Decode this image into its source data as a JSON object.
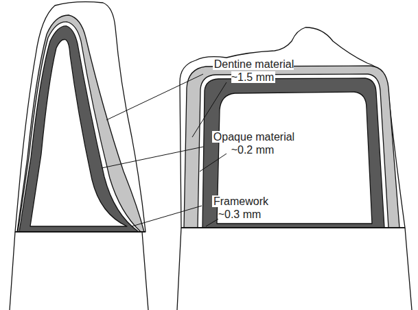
{
  "diagram": {
    "labels": [
      "Dentine material ~1.5 mm",
      "Opaque material ~0.2 mm",
      "Framework ~0.3 mm"
    ]
  }
}
